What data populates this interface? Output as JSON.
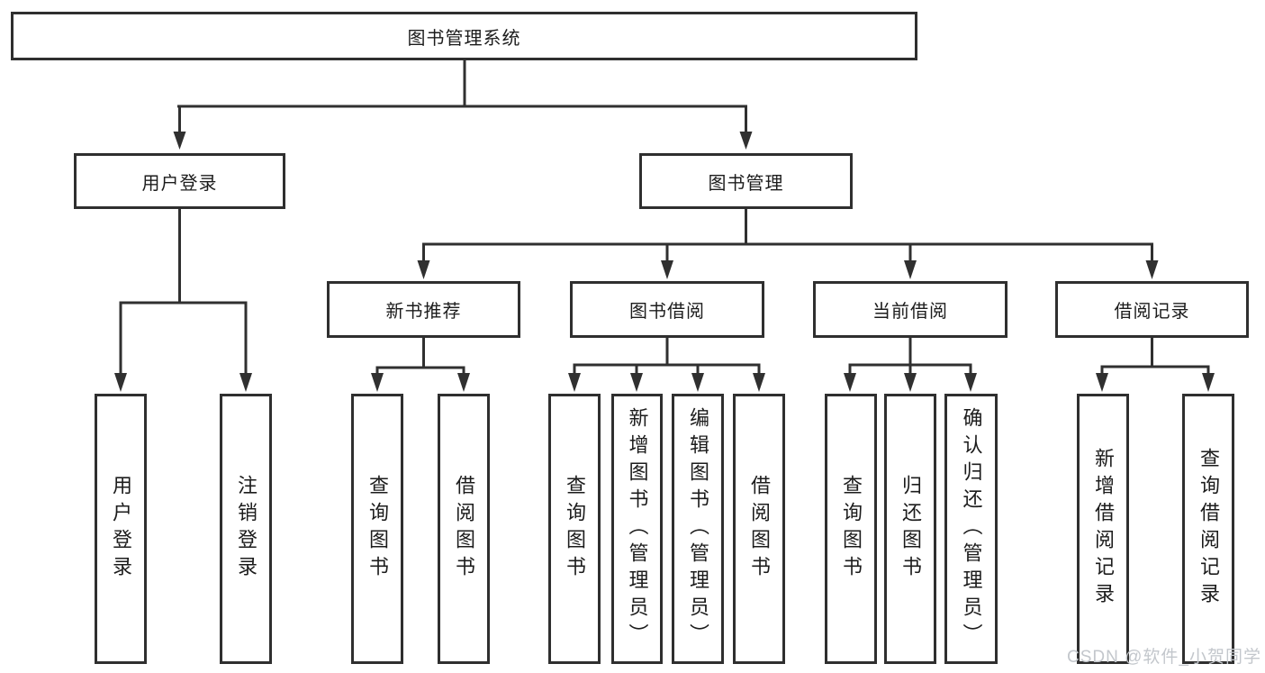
{
  "colors": {
    "line": "#303030",
    "box_border": "#2f2f2f",
    "text": "#1c1c1c",
    "background": "#ffffff",
    "watermark": "#c3c7cc"
  },
  "watermark": {
    "text": "CSDN @软件_小贺同学"
  },
  "tree": {
    "root": {
      "label": "图书管理系统"
    },
    "branches": [
      {
        "label": "用户登录",
        "leaves": [
          {
            "label": "用户登录"
          },
          {
            "label": "注销登录"
          }
        ]
      },
      {
        "label": "图书管理",
        "groups": [
          {
            "label": "新书推荐",
            "leaves": [
              {
                "label": "查询图书"
              },
              {
                "label": "借阅图书"
              }
            ]
          },
          {
            "label": "图书借阅",
            "leaves": [
              {
                "label": "查询图书"
              },
              {
                "label": "新增图书（管理员）"
              },
              {
                "label": "编辑图书（管理员）"
              },
              {
                "label": "借阅图书"
              }
            ]
          },
          {
            "label": "当前借阅",
            "leaves": [
              {
                "label": "查询图书"
              },
              {
                "label": "归还图书"
              },
              {
                "label": "确认归还（管理员）"
              }
            ]
          },
          {
            "label": "借阅记录",
            "leaves": [
              {
                "label": "新增借阅记录"
              },
              {
                "label": "查询借阅记录"
              }
            ]
          }
        ]
      }
    ]
  }
}
